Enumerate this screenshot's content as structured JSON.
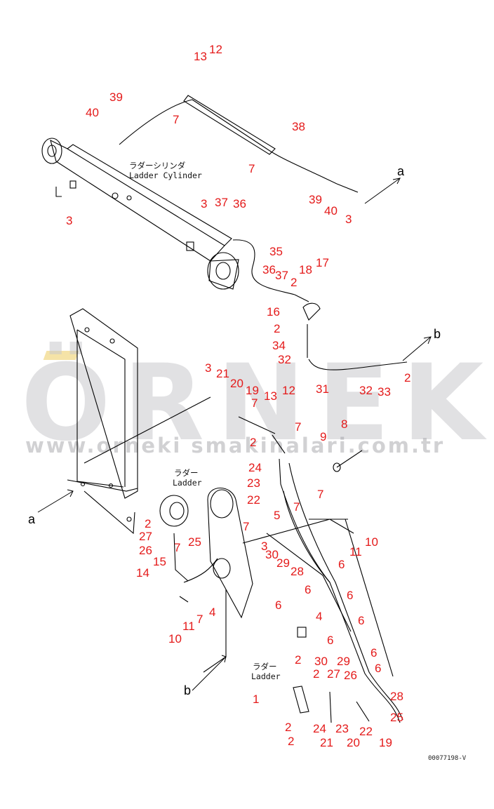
{
  "labels": {
    "ladder_cylinder_jp": "ラダーシリンダ",
    "ladder_cylinder_en": "Ladder Cylinder",
    "ladder1_jp": "ラダー",
    "ladder1_en": "Ladder",
    "ladder2_jp": "ラダー",
    "ladder2_en": "Ladder"
  },
  "section_markers": [
    "a",
    "b",
    "a",
    "b"
  ],
  "watermark": {
    "brand": "ÖRNEK",
    "url": "www.orneki smakinalari.com.tr"
  },
  "doc_code": "00077198-V",
  "part_numbers": [
    "13",
    "12",
    "39",
    "40",
    "7",
    "38",
    "7",
    "3",
    "39",
    "40",
    "3",
    "3",
    "37",
    "36",
    "35",
    "36",
    "37",
    "2",
    "18",
    "17",
    "16",
    "2",
    "34",
    "32",
    "31",
    "32",
    "33",
    "2",
    "3",
    "21",
    "20",
    "19",
    "7",
    "13",
    "12",
    "7",
    "2",
    "24",
    "23",
    "22",
    "9",
    "8",
    "7",
    "7",
    "5",
    "7",
    "2",
    "27",
    "7",
    "26",
    "15",
    "25",
    "14",
    "11",
    "7",
    "10",
    "4",
    "3",
    "30",
    "29",
    "28",
    "6",
    "6",
    "11",
    "10",
    "6",
    "6",
    "4",
    "6",
    "6",
    "6",
    "29",
    "6",
    "2",
    "30",
    "2",
    "27",
    "26",
    "1",
    "28",
    "25",
    "2",
    "24",
    "23",
    "22",
    "2",
    "21",
    "20",
    "19"
  ],
  "colors": {
    "callout": "#e41a1a",
    "line": "#000000",
    "watermark": "#c9c9cd"
  }
}
